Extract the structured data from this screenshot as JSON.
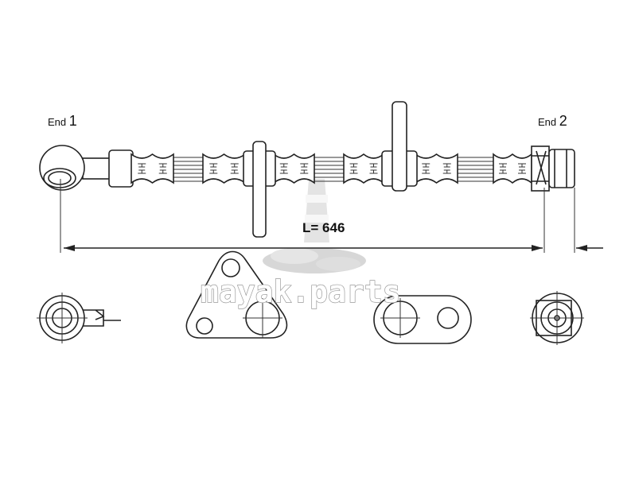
{
  "labels": {
    "end1_word": "End",
    "end1_num": "1",
    "end2_word": "End",
    "end2_num": "2",
    "length": "L= 646"
  },
  "watermark": "mayak.parts"
}
